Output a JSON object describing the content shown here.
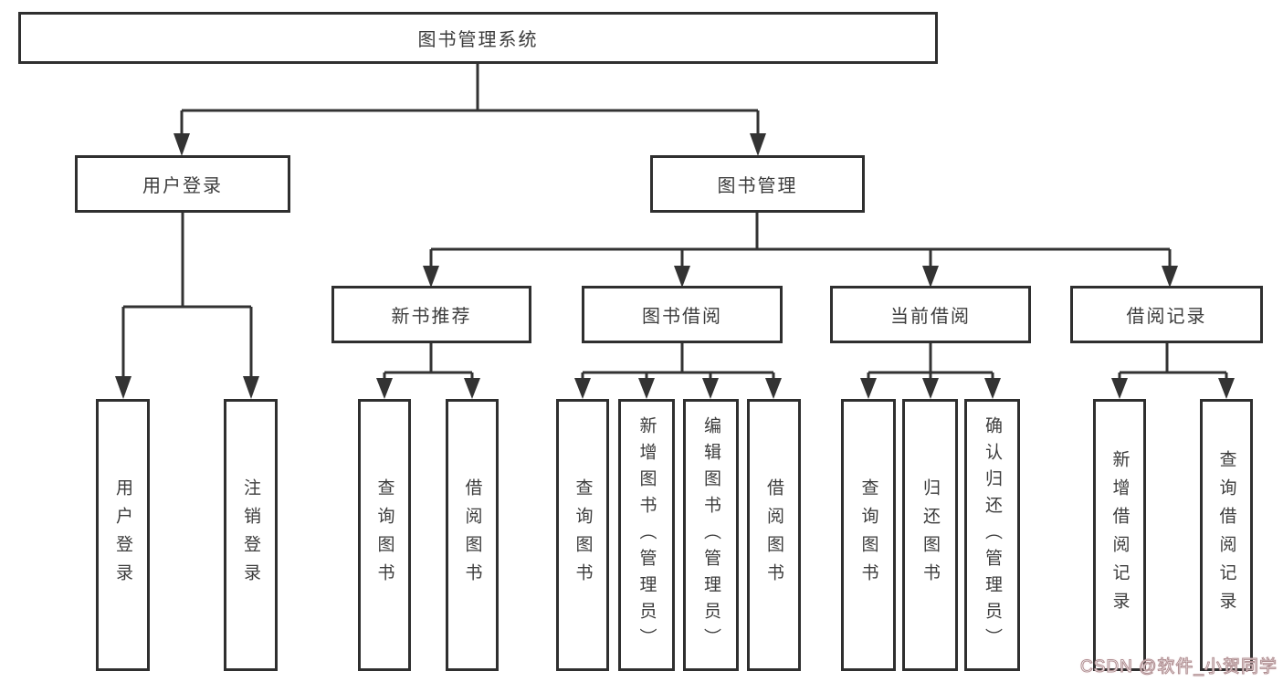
{
  "nodes": {
    "root": {
      "label": "图书管理系统"
    },
    "login": {
      "label": "用户登录"
    },
    "mgmt": {
      "label": "图书管理"
    },
    "rec": {
      "label": "新书推荐"
    },
    "borrow": {
      "label": "图书借阅"
    },
    "current": {
      "label": "当前借阅"
    },
    "record": {
      "label": "借阅记录"
    },
    "login_user": {
      "label": "用户登录"
    },
    "login_logout": {
      "label": "注销登录"
    },
    "rec_query": {
      "label": "查询图书"
    },
    "rec_borrow": {
      "label": "借阅图书"
    },
    "borrow_query": {
      "label": "查询图书"
    },
    "borrow_add": {
      "label": "新增图书（管理员）"
    },
    "borrow_edit": {
      "label": "编辑图书（管理员）"
    },
    "borrow_borrow": {
      "label": "借阅图书"
    },
    "current_query": {
      "label": "查询图书"
    },
    "current_return": {
      "label": "归还图书"
    },
    "current_confirm": {
      "label": "确认归还（管理员）"
    },
    "record_add": {
      "label": "新增借阅记录"
    },
    "record_query": {
      "label": "查询借阅记录"
    }
  },
  "watermark": {
    "text": "CSDN @软件_小贺同学"
  },
  "colors": {
    "line": "#333333",
    "border": "#2f2f2f",
    "text": "#3c3c3c",
    "background": "#ffffff",
    "watermark_outline": "#b08f92",
    "watermark_fill": "#ffffff"
  }
}
